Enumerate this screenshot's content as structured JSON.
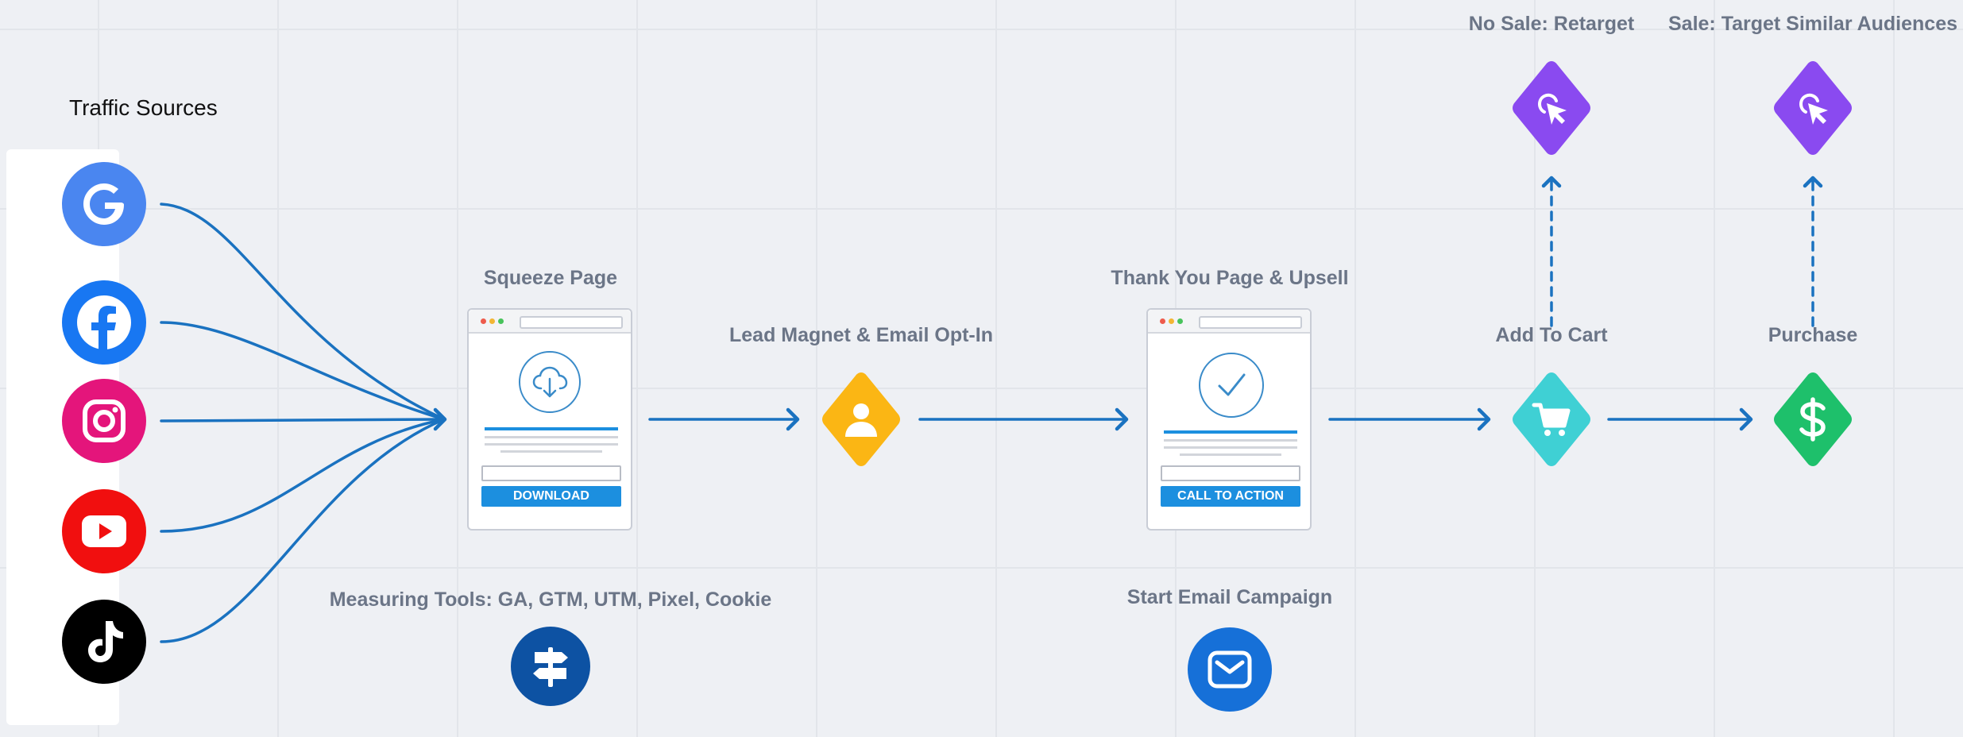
{
  "traffic": {
    "title": "Traffic Sources",
    "sources": [
      {
        "name": "Google",
        "icon": "google-icon",
        "color": "#4a86f0"
      },
      {
        "name": "Facebook",
        "icon": "facebook-icon",
        "color": "#1877f2"
      },
      {
        "name": "Instagram",
        "icon": "instagram-icon",
        "color": "#e4157b"
      },
      {
        "name": "YouTube",
        "icon": "youtube-icon",
        "color": "#f10f0f"
      },
      {
        "name": "TikTok",
        "icon": "tiktok-icon",
        "color": "#000000"
      }
    ]
  },
  "steps": {
    "squeeze": {
      "label": "Squeeze Page",
      "button": "DOWNLOAD",
      "icon": "cloud-download-icon"
    },
    "lead": {
      "label": "Lead Magnet & Email Opt-In",
      "icon": "user-icon",
      "color": "#fbb614"
    },
    "thankyou": {
      "label": "Thank You Page & Upsell",
      "button": "CALL TO ACTION",
      "icon": "checkmark-icon"
    },
    "cart": {
      "label": "Add To Cart",
      "icon": "shopping-cart-icon",
      "color": "#3fd0d4"
    },
    "purchase": {
      "label": "Purchase",
      "icon": "dollar-icon",
      "color": "#1ec06b"
    },
    "retarget": {
      "label": "No Sale: Retarget",
      "icon": "cursor-click-icon",
      "color": "#8a4af0"
    },
    "similar": {
      "label": "Sale: Target Similar Audiences",
      "icon": "cursor-click-icon",
      "color": "#8a4af0"
    }
  },
  "tools": {
    "measuring": {
      "label": "Measuring Tools: GA, GTM, UTM, Pixel, Cookie",
      "icon": "signpost-icon",
      "color": "#0d52a3"
    },
    "email": {
      "label": "Start Email Campaign",
      "icon": "envelope-icon",
      "color": "#1670d8"
    }
  },
  "colors": {
    "connector": "#1a72c0"
  }
}
